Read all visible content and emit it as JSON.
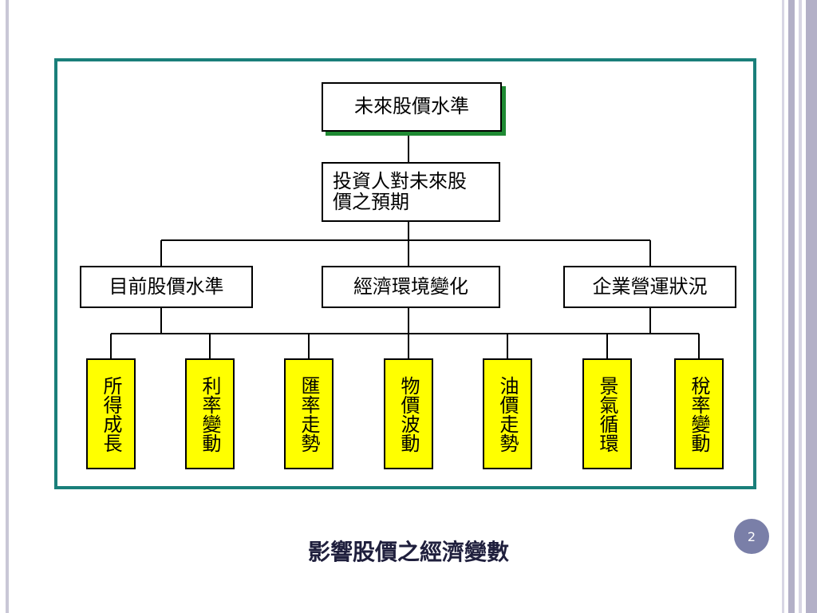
{
  "diagram": {
    "root": "未來股價水準",
    "expectation": "投資人對未來股價之預期",
    "factors": [
      "目前股價水準",
      "經濟環境變化",
      "企業營運狀況"
    ],
    "leaves": [
      "所得成長",
      "利率變動",
      "匯率走勢",
      "物價波動",
      "油價走勢",
      "景氣循環",
      "稅率變動"
    ]
  },
  "slide": {
    "caption": "影響股價之經濟變數",
    "page_number": "2"
  },
  "colors": {
    "frame": "#1a7f7a",
    "leaf_fill": "#ffff00",
    "root_shadow": "#1f8a33",
    "badge": "#7a7fa8"
  }
}
